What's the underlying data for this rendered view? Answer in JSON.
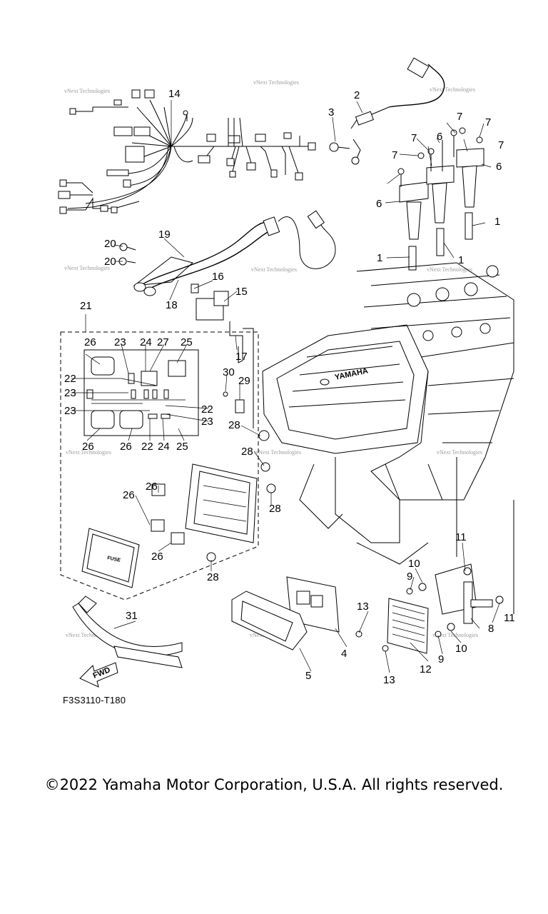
{
  "figure_code": "F3S3110-T180",
  "copyright": "©2022 Yamaha Motor Corporation, U.S.A. All rights reserved.",
  "watermark": "vNext Technologies",
  "callouts": [
    "14",
    "2",
    "3",
    "7",
    "7",
    "6",
    "7",
    "7",
    "7",
    "6",
    "6",
    "1",
    "1",
    "1",
    "19",
    "20",
    "20",
    "16",
    "15",
    "18",
    "21",
    "26",
    "23",
    "24",
    "27",
    "25",
    "22",
    "23",
    "23",
    "22",
    "23",
    "26",
    "26",
    "22",
    "24",
    "25",
    "30",
    "29",
    "17",
    "28",
    "28",
    "28",
    "26",
    "26",
    "26",
    "28",
    "11",
    "10",
    "9",
    "13",
    "8",
    "11",
    "31",
    "5",
    "4",
    "13",
    "12",
    "9",
    "10"
  ],
  "fuse_label": "FUSE",
  "fwd_label": "FWD",
  "brand_mark": "YAMAHA",
  "colors": {
    "line": "#000000",
    "watermark": "#9a9a9a",
    "background": "#ffffff"
  }
}
